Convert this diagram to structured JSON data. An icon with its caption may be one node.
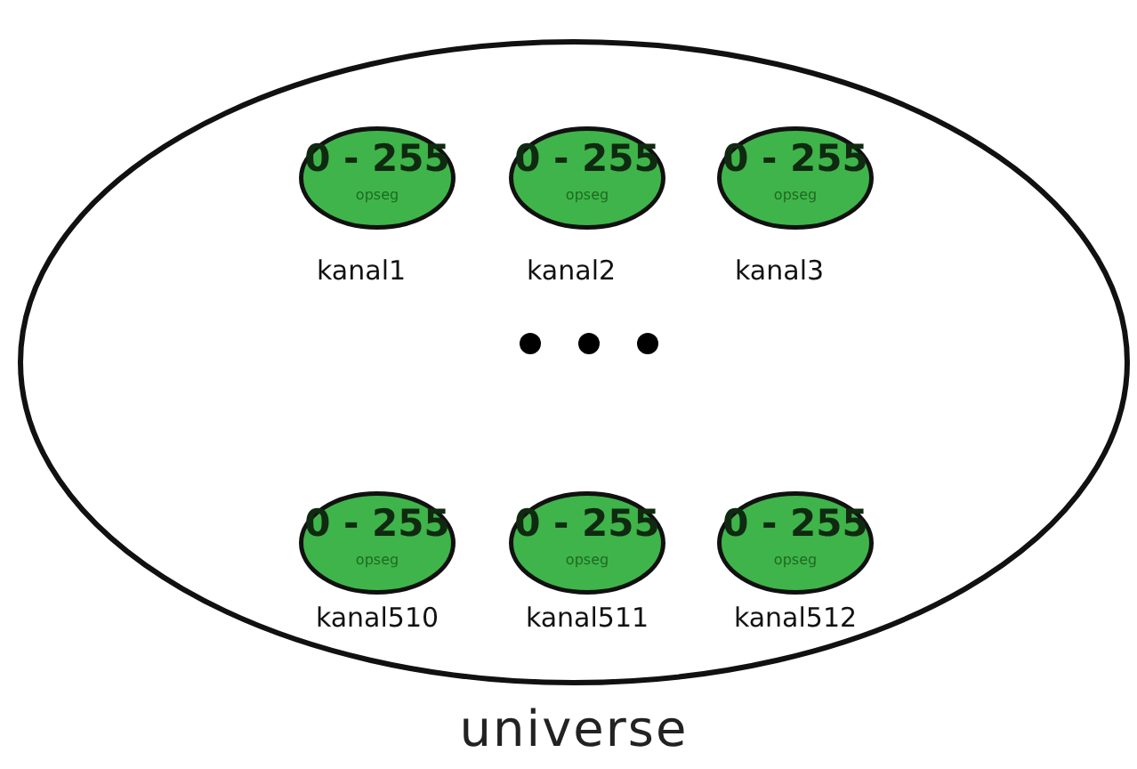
{
  "diagram": {
    "nodes": [
      {
        "text": [
          "universe"
        ]
      },
      {
        "text": [
          "0 - 255",
          "opseg"
        ],
        "beside": [
          "kanal1"
        ],
        "in": 0
      },
      {
        "text": [
          "0 - 255",
          "opseg"
        ],
        "beside": [
          "kanal2"
        ],
        "in": 0
      },
      {
        "text": [
          "0 - 255",
          "opseg"
        ],
        "beside": [
          "kanal3"
        ],
        "in": 0
      },
      {
        "text": [
          "0 - 255",
          "opseg"
        ],
        "beside": [
          "kanal510"
        ],
        "in": 0
      },
      {
        "text": [
          "0 - 255",
          "opseg"
        ],
        "beside": [
          "kanal511"
        ],
        "in": 0
      },
      {
        "text": [
          "0 - 255",
          "opseg"
        ],
        "beside": [
          "kanal512"
        ],
        "in": 0
      }
    ],
    "edges": []
  }
}
